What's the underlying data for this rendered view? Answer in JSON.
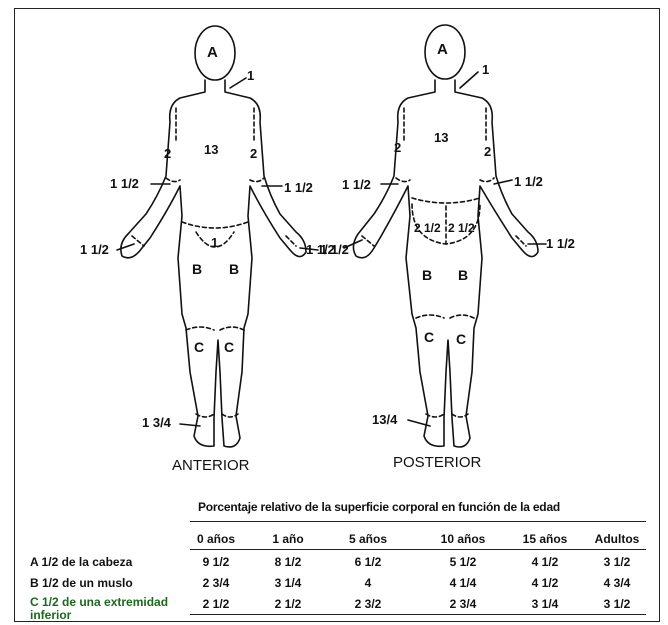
{
  "diagram": {
    "anterior_label": "ANTERIOR",
    "posterior_label": "POSTERIOR",
    "head_label": "A",
    "neck_label": "1",
    "trunk_front_label": "13",
    "trunk_back_label": "13",
    "upper_arm_label": "2",
    "forearm_label": "1 1/2",
    "hand_label": "1 1/2",
    "genital_label": "1",
    "thigh_label": "B",
    "leg_label": "C",
    "foot_label": "1 3/4",
    "foot_label_back": "13/4",
    "buttock_left_label": "2 1/2",
    "buttock_right_label": "2 1/2"
  },
  "table": {
    "title": "Porcentaje relativo de la superficie corporal en función de la edad",
    "columns": [
      "0 años",
      "1 año",
      "5 años",
      "10 años",
      "15 años",
      "Adultos"
    ],
    "rows": [
      {
        "label": "A 1/2 de la cabeza",
        "values": [
          "9 1/2",
          "8 1/2",
          "6 1/2",
          "5 1/2",
          "4 1/2",
          "3 1/2"
        ]
      },
      {
        "label": "B 1/2 de un muslo",
        "values": [
          "2 3/4",
          "3 1/4",
          "4",
          "4 1/4",
          "4 1/2",
          "4 3/4"
        ]
      },
      {
        "label": "C 1/2 de una extremidad inferior",
        "values": [
          "2 1/2",
          "2 1/2",
          "2 3/2",
          "2 3/4",
          "3 1/4",
          "3 1/2"
        ]
      }
    ]
  }
}
